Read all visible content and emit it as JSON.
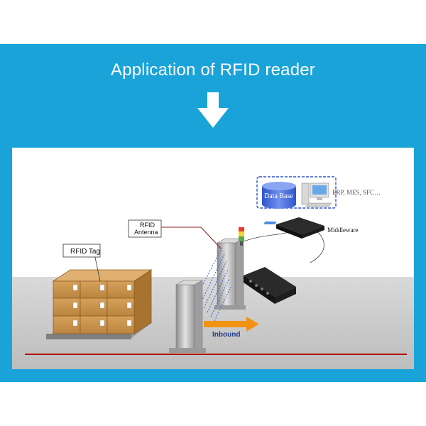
{
  "title": "Application of RFID reader",
  "colors": {
    "banner": "#1aa3d9",
    "arrow": "#ffffff",
    "floor": "#c8c8c8",
    "floor_line": "#b00000",
    "inbound_arrow": "#f39212",
    "database": "#4a6fd8"
  },
  "icons": {
    "down_arrow": "down-arrow-icon",
    "database": "database-icon",
    "computer": "computer-icon"
  },
  "diagram": {
    "rfid_tag_label": "RFID Tag",
    "antenna_label_line1": "RFID",
    "antenna_label_line2": "Antenna",
    "database_label": "Data Base",
    "systems_label": "ERP, MES, SFC…",
    "middleware_label": "Middleware",
    "inbound_label": "Inbound"
  }
}
